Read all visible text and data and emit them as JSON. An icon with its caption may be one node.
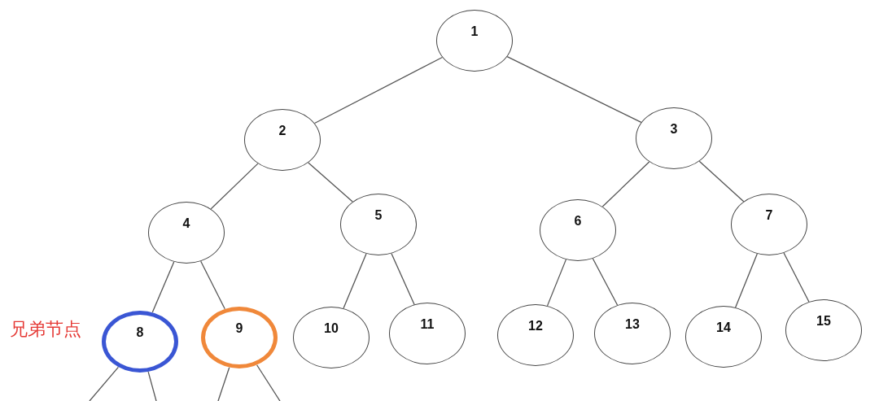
{
  "diagram": {
    "nodes": [
      {
        "text": [
          "1"
        ]
      },
      {
        "text": [
          "2"
        ]
      },
      {
        "text": [
          "3"
        ]
      },
      {
        "text": [
          "4"
        ]
      },
      {
        "text": [
          "5"
        ]
      },
      {
        "text": [
          "6"
        ]
      },
      {
        "text": [
          "7"
        ]
      },
      {
        "text": [
          "8"
        ]
      },
      {
        "text": [
          "9"
        ]
      },
      {
        "text": [
          "10"
        ]
      },
      {
        "text": [
          "11"
        ]
      },
      {
        "text": [
          "12"
        ]
      },
      {
        "text": [
          "13"
        ]
      },
      {
        "text": [
          "14"
        ]
      },
      {
        "text": [
          "15"
        ]
      }
    ],
    "edges": [
      {
        "from": 0,
        "to": 1,
        "arrow": "none"
      },
      {
        "from": 0,
        "to": 2,
        "arrow": "none"
      },
      {
        "from": 1,
        "to": 3,
        "arrow": "none"
      },
      {
        "from": 1,
        "to": 4,
        "arrow": "none"
      },
      {
        "from": 2,
        "to": 5,
        "arrow": "none"
      },
      {
        "from": 2,
        "to": 6,
        "arrow": "none"
      },
      {
        "from": 3,
        "to": 7,
        "arrow": "none"
      },
      {
        "from": 3,
        "to": 8,
        "arrow": "none"
      },
      {
        "from": 4,
        "to": 9,
        "arrow": "none"
      },
      {
        "from": 4,
        "to": 10,
        "arrow": "none"
      },
      {
        "from": 5,
        "to": 11,
        "arrow": "none"
      },
      {
        "from": 5,
        "to": 12,
        "arrow": "none"
      },
      {
        "from": 6,
        "to": 13,
        "arrow": "none"
      },
      {
        "from": 6,
        "to": 14,
        "arrow": "none"
      },
      {
        "from": 7,
        "to": null,
        "arrow": "none"
      },
      {
        "from": 7,
        "to": null,
        "arrow": "none"
      },
      {
        "from": 8,
        "to": null,
        "arrow": "none"
      },
      {
        "from": 8,
        "to": null,
        "arrow": "none"
      }
    ],
    "labels": [
      "兄弟节点"
    ]
  }
}
